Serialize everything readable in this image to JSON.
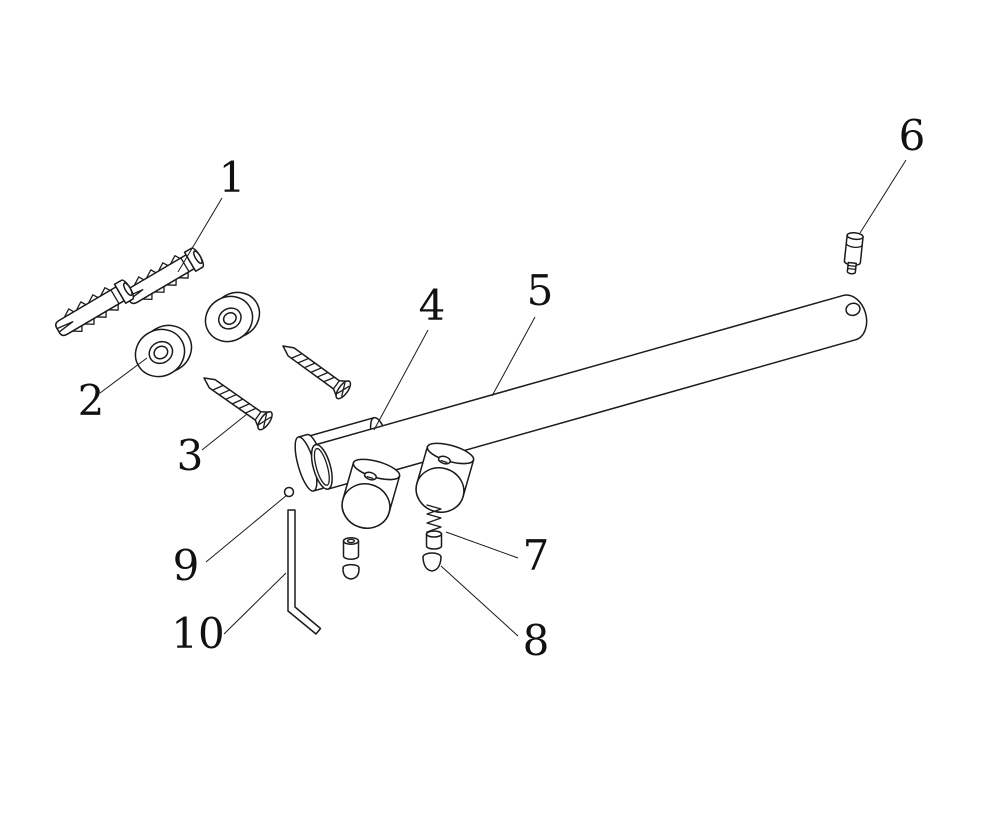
{
  "colors": {
    "background": "#ffffff",
    "line": "#1b1b1b"
  },
  "diagram": {
    "kind": "exploded-assembly-line-drawing",
    "part_labels": [
      {
        "label": "1"
      },
      {
        "label": "2"
      },
      {
        "label": "3"
      },
      {
        "label": "4"
      },
      {
        "label": "5"
      },
      {
        "label": "6"
      },
      {
        "label": "7"
      },
      {
        "label": "8"
      },
      {
        "label": "9"
      },
      {
        "label": "10"
      }
    ]
  }
}
